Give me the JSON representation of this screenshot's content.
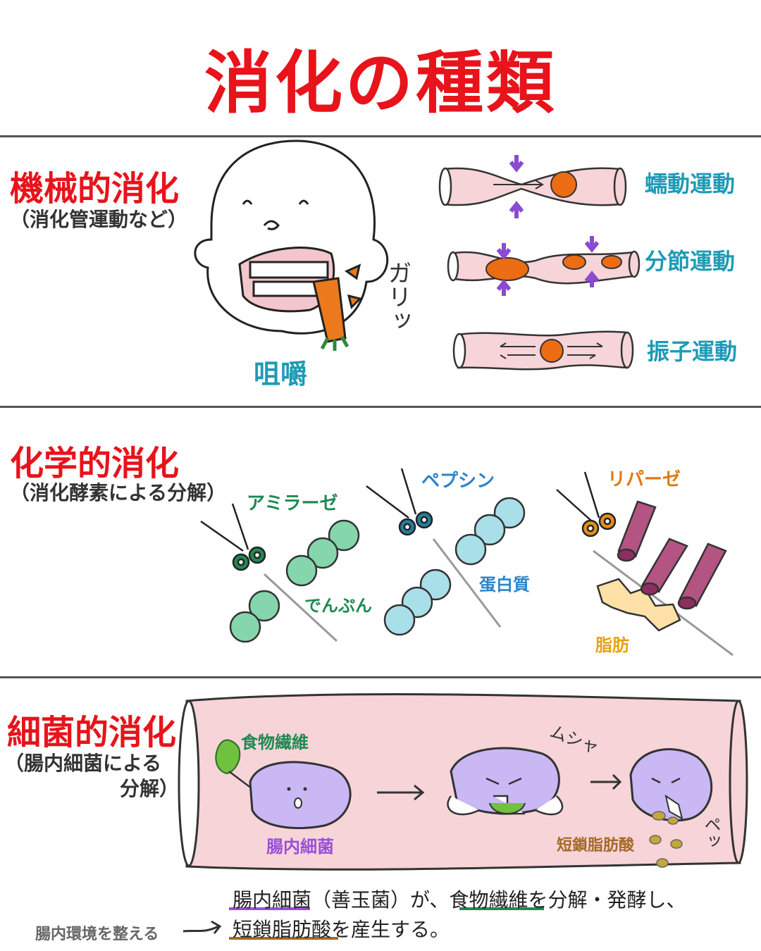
{
  "title": "消化の種類",
  "mechanical": {
    "heading": "機械的消化",
    "sub": "（消化管運動など）",
    "chew_label": "咀嚼",
    "sound": "ガリッ",
    "motions": [
      "蠕動運動",
      "分節運動",
      "振子運動"
    ]
  },
  "chemical": {
    "heading": "化学的消化",
    "sub": "（消化酵素による分解）",
    "enzymes": [
      {
        "name": "アミラーゼ",
        "substrate": "でんぷん"
      },
      {
        "name": "ペプシン",
        "substrate": "蛋白質"
      },
      {
        "name": "リパーゼ",
        "substrate": "脂肪"
      }
    ]
  },
  "bacterial": {
    "heading": "細菌的消化",
    "sub_line1": "（腸内細菌による",
    "sub_line2": "分解）",
    "fiber_label": "食物繊維",
    "bacteria_label": "腸内細菌",
    "munch": "ムシャ",
    "spit": "ペッ",
    "scfa_label": "短鎖脂肪酸"
  },
  "summary": {
    "line1_a": "腸内細菌",
    "line1_b": "（善玉菌）が、",
    "line1_c": "食物繊維",
    "line1_d": "を分解・発酵し、",
    "line2_a": "短鎖脂肪酸",
    "line2_b": "を産生する。",
    "side_note": "腸内環境を整える"
  },
  "colors": {
    "accent_red": "#e8131b",
    "teal": "#1d9bb5",
    "green": "#1e8a52",
    "blue": "#2c84c9",
    "orange": "#e07a10",
    "purple": "#9a4fd8",
    "intestine_pink": "#f6d4d8"
  }
}
